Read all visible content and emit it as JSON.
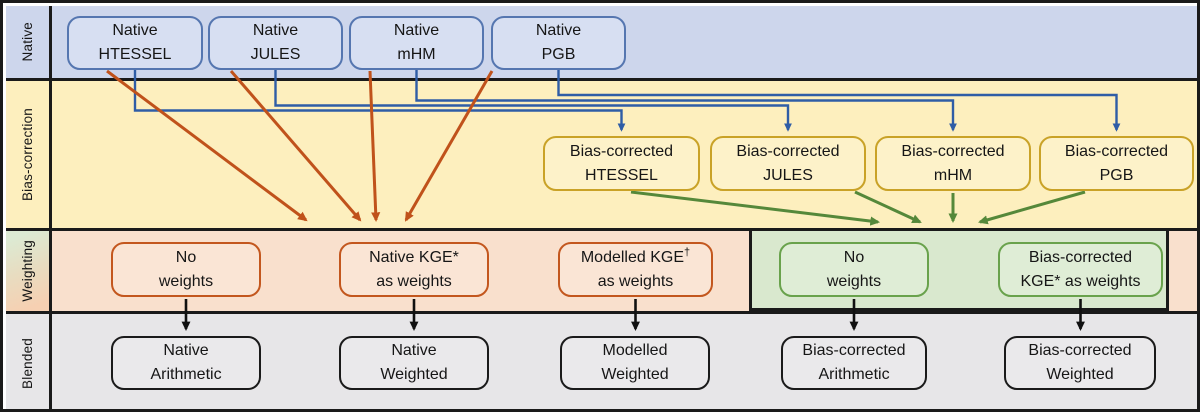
{
  "sidebar": {
    "native_label": "Native",
    "bias_label": "Bias-correction",
    "weighting_label": "Weighting",
    "blended_label": "Blended"
  },
  "rows": {
    "native": {
      "boxes": [
        {
          "line1": "Native",
          "line2": "HTESSEL"
        },
        {
          "line1": "Native",
          "line2": "JULES"
        },
        {
          "line1": "Native",
          "line2": "mHM"
        },
        {
          "line1": "Native",
          "line2": "PGB"
        }
      ]
    },
    "bias": {
      "boxes": [
        {
          "line1": "Bias-corrected",
          "line2": "HTESSEL"
        },
        {
          "line1": "Bias-corrected",
          "line2": "JULES"
        },
        {
          "line1": "Bias-corrected",
          "line2": "mHM"
        },
        {
          "line1": "Bias-corrected",
          "line2": "PGB"
        }
      ]
    },
    "weighting": {
      "boxes": [
        {
          "line1": "No",
          "line2": "weights"
        },
        {
          "line1": "Native KGE*",
          "line2": "as weights"
        },
        {
          "line1": "Modelled KGE",
          "sup": "†",
          "line2": "as weights"
        },
        {
          "line1": "No",
          "line2": "weights"
        },
        {
          "line1": "Bias-corrected",
          "line2": "KGE* as weights"
        }
      ]
    },
    "blended": {
      "boxes": [
        {
          "line1": "Native",
          "line2": "Arithmetic"
        },
        {
          "line1": "Native",
          "line2": "Weighted"
        },
        {
          "line1": "Modelled",
          "line2": "Weighted"
        },
        {
          "line1": "Bias-corrected",
          "line2": "Arithmetic"
        },
        {
          "line1": "Bias-corrected",
          "line2": "Weighted"
        }
      ]
    }
  },
  "colors": {
    "native_bg": "#cdd6ec",
    "native_box_bg": "#d7dff2",
    "native_box_border": "#5576b0",
    "bias_bg": "#fdefbe",
    "bias_box_bg": "#fdf2c9",
    "bias_box_border": "#c9a227",
    "weight_orange_bg": "#f9e0cd",
    "orange_box_bg": "#fae5d5",
    "orange_box_border": "#c3571e",
    "weight_green_bg": "#d9e8ce",
    "green_box_bg": "#dfedd6",
    "green_box_border": "#69a24c",
    "blended_bg": "#e7e6e8",
    "blended_box_bg": "#eae9eb",
    "blended_box_border": "#1a1a1a",
    "arrow_blue": "#2f5da6",
    "arrow_orange": "#c0521b",
    "arrow_green": "#55883a",
    "arrow_black": "#111111",
    "line": "#1a1a1a"
  }
}
